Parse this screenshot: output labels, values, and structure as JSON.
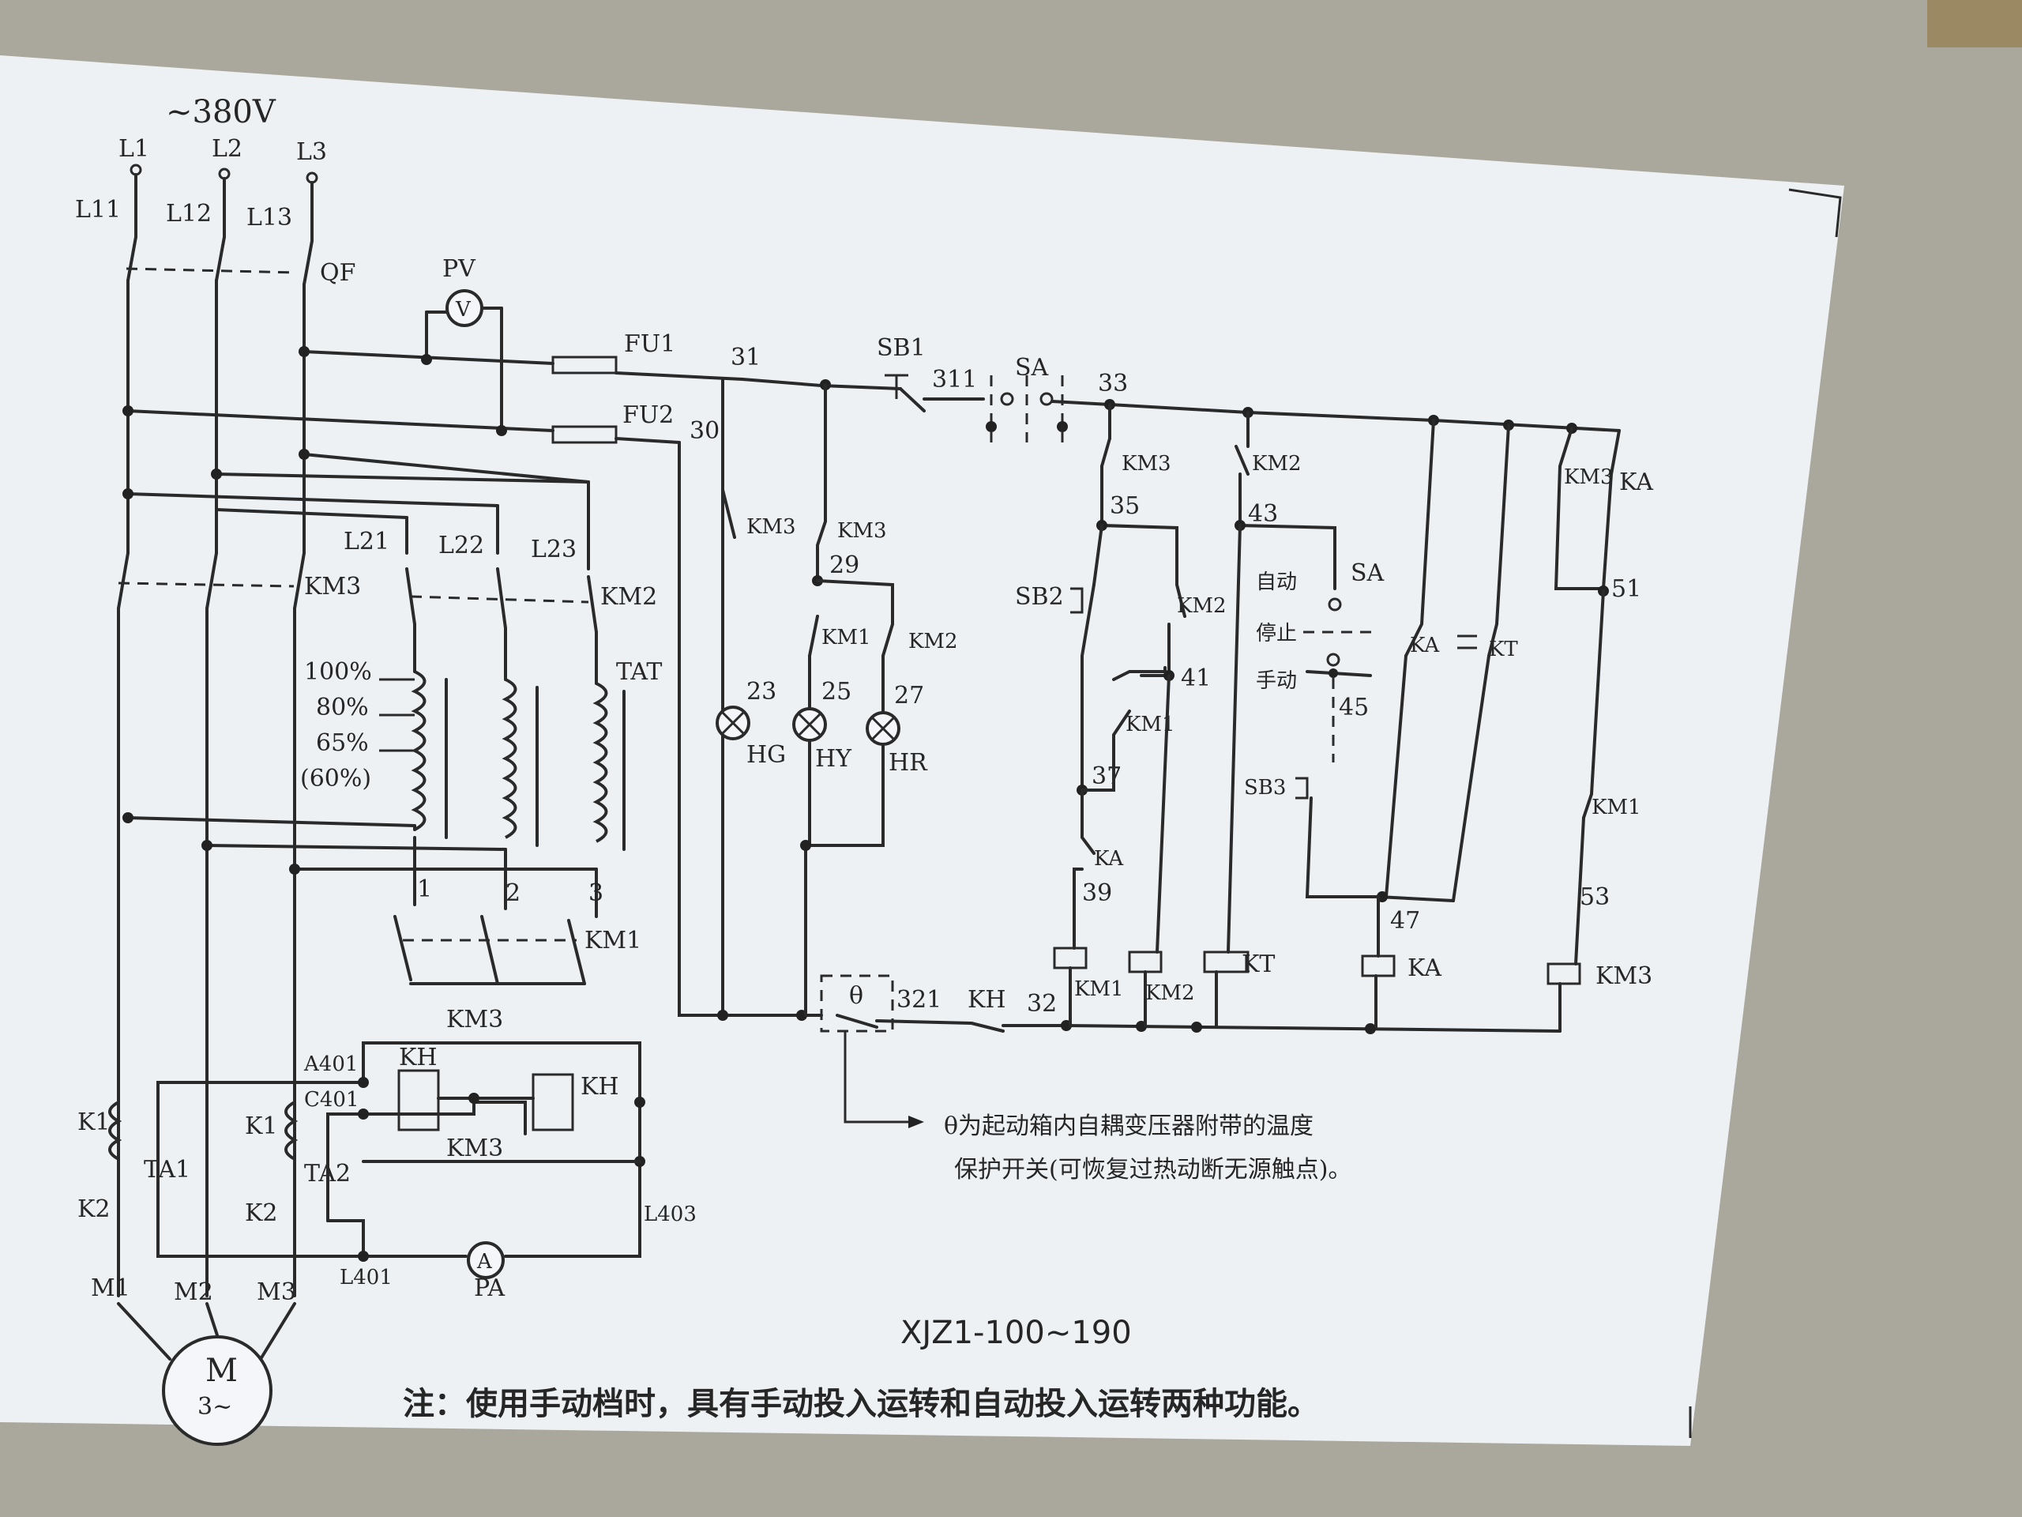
{
  "supply": {
    "voltage": "~380V",
    "phases": [
      "L1",
      "L2",
      "L3"
    ],
    "taps": [
      "L11",
      "L12",
      "L13"
    ]
  },
  "breaker": "QF",
  "voltmeter": {
    "name": "PV",
    "symbol": "V"
  },
  "fuses": [
    "FU1",
    "FU2"
  ],
  "nodes": {
    "n31": "31",
    "n30": "30",
    "n311": "311",
    "n33": "33",
    "n35": "35",
    "n43": "43",
    "n29": "29",
    "n23": "23",
    "n25": "25",
    "n27": "27",
    "n41": "41",
    "n45": "45",
    "n37": "37",
    "n39": "39",
    "n47": "47",
    "n51": "51",
    "n53": "53",
    "n321": "321",
    "n32": "32",
    "t1": "1",
    "t2": "2",
    "t3": "3"
  },
  "contactors": {
    "km1": "KM1",
    "km2": "KM2",
    "km3": "KM3",
    "ka": "KA",
    "kt": "KT",
    "kh": "KH"
  },
  "pushbuttons": {
    "sb1": "SB1",
    "sb2": "SB2",
    "sb3": "SB3"
  },
  "selector": {
    "name": "SA",
    "auto": "自动",
    "stop": "停止",
    "manual": "手动"
  },
  "lamps": [
    {
      "name": "HG"
    },
    {
      "name": "HY"
    },
    {
      "name": "HR"
    }
  ],
  "transformer": {
    "name": "TAT",
    "taps": [
      "L21",
      "L22",
      "L23"
    ],
    "levels": [
      "100%",
      "80%",
      "65%",
      "(60%)"
    ]
  },
  "current_circuit": {
    "ct": [
      "TA1",
      "TA2"
    ],
    "ct_pins": {
      "k1": "K1",
      "k2": "K2"
    },
    "nets": [
      "A401",
      "C401",
      "L401",
      "L403"
    ],
    "ammeter": {
      "name": "PA",
      "symbol": "A"
    }
  },
  "motor": {
    "terminals": [
      "M1",
      "M2",
      "M3"
    ],
    "symbol": "M",
    "phase": "3~"
  },
  "theta_symbol": "θ",
  "theta_note": [
    "θ为起动箱内自耦变压器附带的温度",
    "保护开关(可恢复过热动断无源触点)。"
  ],
  "model": "XJZ1-100~190",
  "footnote": "注：使用手动档时，具有手动投入运转和自动投入运转两种功能。"
}
